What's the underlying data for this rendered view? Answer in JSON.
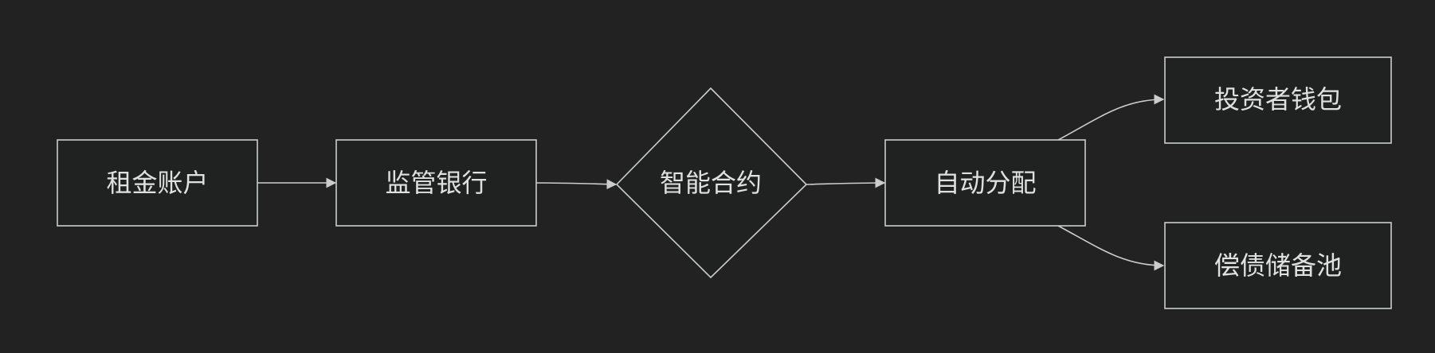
{
  "diagram": {
    "nodes": {
      "rent_account": {
        "label": "租金账户",
        "shape": "rect"
      },
      "custody_bank": {
        "label": "监管银行",
        "shape": "rect"
      },
      "smart_contract": {
        "label": "智能合约",
        "shape": "diamond"
      },
      "auto_distribution": {
        "label": "自动分配",
        "shape": "rect"
      },
      "investor_wallet": {
        "label": "投资者钱包",
        "shape": "rect"
      },
      "debt_reserve_pool": {
        "label": "偿债储备池",
        "shape": "rect"
      }
    },
    "edges": [
      {
        "from": "rent_account",
        "to": "custody_bank"
      },
      {
        "from": "custody_bank",
        "to": "smart_contract"
      },
      {
        "from": "smart_contract",
        "to": "auto_distribution"
      },
      {
        "from": "auto_distribution",
        "to": "investor_wallet"
      },
      {
        "from": "auto_distribution",
        "to": "debt_reserve_pool"
      }
    ],
    "colors": {
      "background": "#222222",
      "node_fill": "#202221",
      "stroke": "#cccccc",
      "text": "#e0e0e0"
    }
  }
}
